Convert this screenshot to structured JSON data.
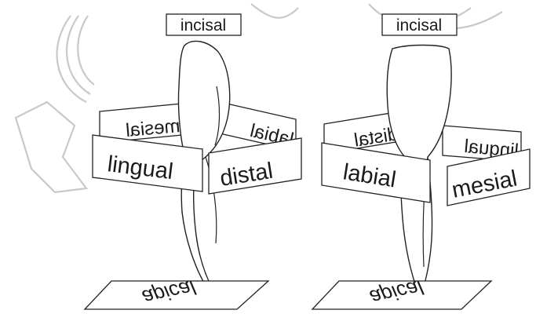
{
  "diagram": {
    "left_tooth": {
      "top": "incisal",
      "bottom": "apical",
      "front_left": "lingual",
      "front_right": "distal",
      "back_left_mirrored": "mesial",
      "back_right_mirrored": "labial"
    },
    "right_tooth": {
      "top": "incisal",
      "bottom": "apical",
      "front_left": "labial",
      "front_right": "mesial",
      "back_left_mirrored": "distal",
      "back_right_mirrored": "lingual"
    }
  },
  "colors": {
    "line": "#222222",
    "watermark": "#c9c9c9",
    "background": "#ffffff"
  }
}
